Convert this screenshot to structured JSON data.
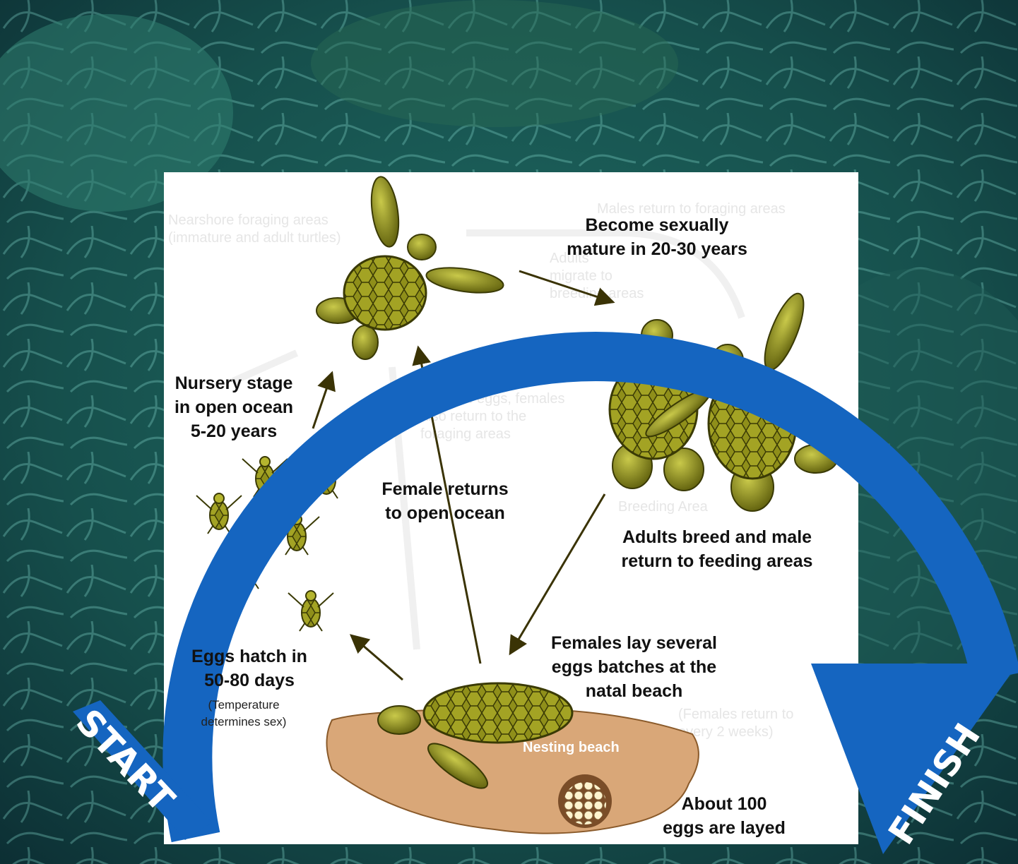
{
  "ring": {
    "start": "START",
    "finish": "FINISH",
    "color": "#1565c0"
  },
  "labels": {
    "mature": "Become sexually\nmature in 20-30 years",
    "nursery": "Nursery stage\nin open ocean\n5-20 years",
    "female_returns": "Female returns\nto open ocean",
    "adults_breed": "Adults breed and male\nreturn to feeding areas",
    "females_lay": "Females lay several\neggs batches at the\nnatal beach",
    "eggs_hatch": "Eggs hatch in\n50-80 days",
    "temperature": "(Temperature\ndetermines sex)",
    "nesting_beach": "Nesting beach",
    "about_100": "About 100\neggs are layed"
  },
  "ghost_labels": {
    "nearshore": "Nearshore foraging areas\n(immature and adult turtles)",
    "males_return": "Males return to foraging areas",
    "adults_migrate": "Adults\nmigrate to\nbreeding areas",
    "after_laying": "After laying a final\nclutch of eggs, females\nalso return to the\nforaging areas",
    "breeding_area": "Breeding Area",
    "females_return": "(Females return to\nevery 2 weeks)"
  },
  "colors": {
    "turtle": "#8a8a16",
    "turtle_dark": "#3a3a05",
    "sand": "#d9a778",
    "panel": "#ffffff"
  }
}
